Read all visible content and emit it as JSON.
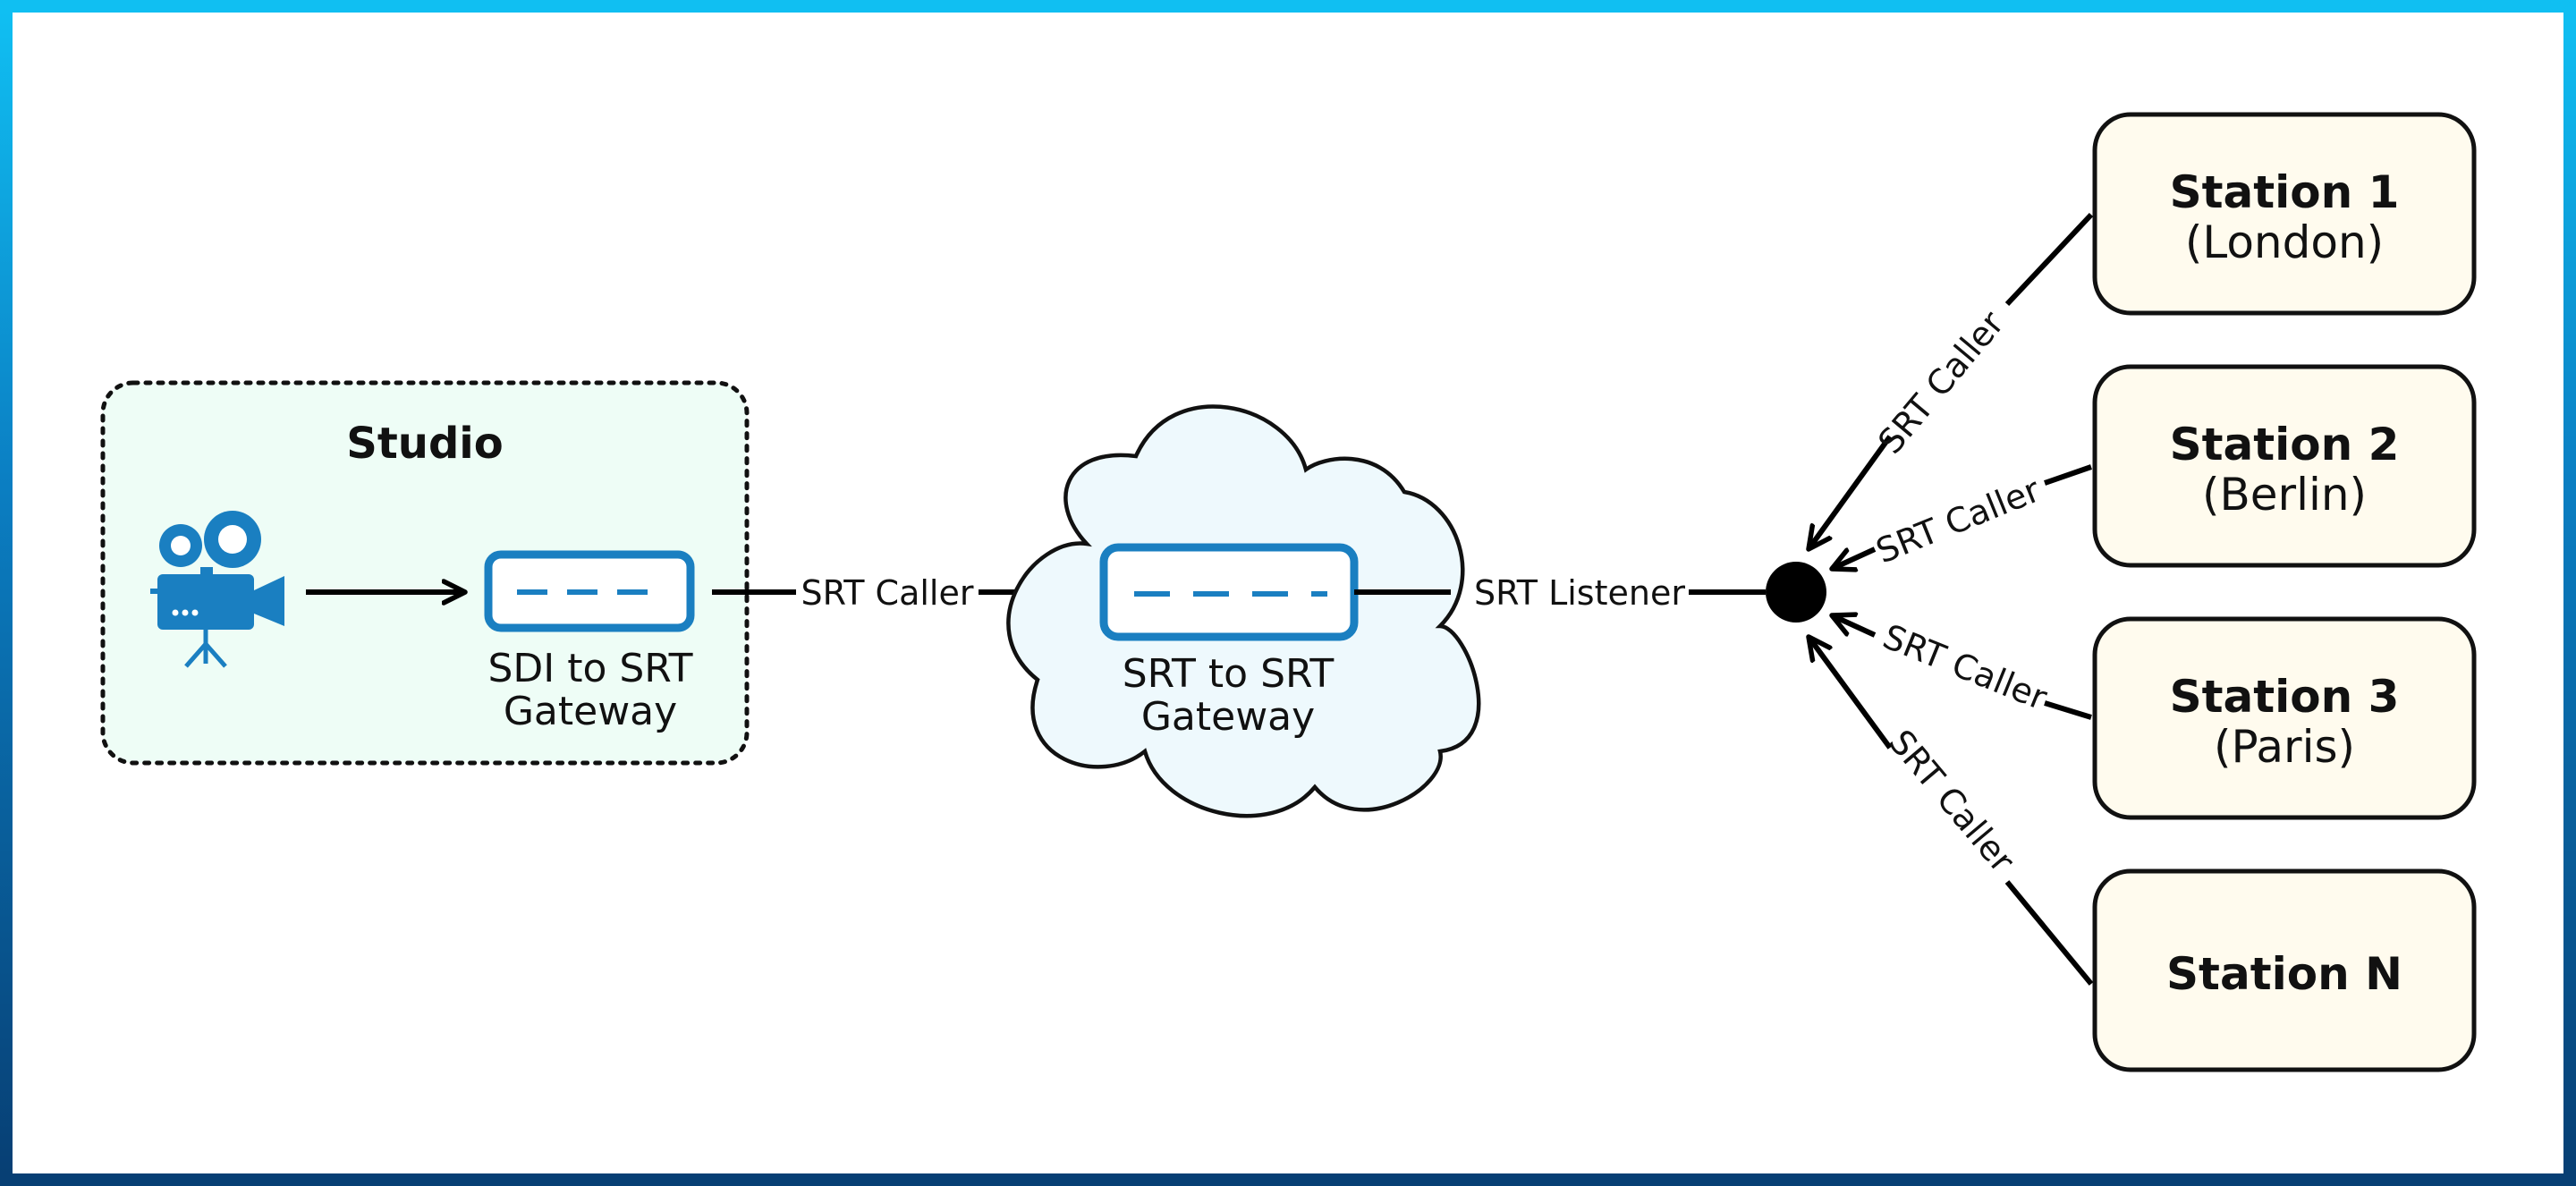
{
  "colors": {
    "frame_top": "#10bff2",
    "frame_bottom": "#073f74",
    "accent_blue": "#1a7fc1",
    "studio_fill": "#eefdf6",
    "cloud_fill": "#eef9fd",
    "station_fill": "#fffbee"
  },
  "studio": {
    "title": "Studio",
    "camera_icon": "video-camera-icon",
    "gateway_label_1": "SDI to SRT",
    "gateway_label_2": "Gateway"
  },
  "cloud": {
    "gateway_label_1": "SRT to SRT",
    "gateway_label_2": "Gateway"
  },
  "edges": {
    "studio_to_cloud": "SRT Caller",
    "cloud_to_hub": "SRT Listener",
    "station1": "SRT Caller",
    "station2": "SRT Caller",
    "station3": "SRT Caller",
    "stationN": "SRT Caller"
  },
  "stations": [
    {
      "title": "Station 1",
      "subtitle": "(London)"
    },
    {
      "title": "Station 2",
      "subtitle": "(Berlin)"
    },
    {
      "title": "Station 3",
      "subtitle": "(Paris)"
    },
    {
      "title": "Station N",
      "subtitle": ""
    }
  ]
}
